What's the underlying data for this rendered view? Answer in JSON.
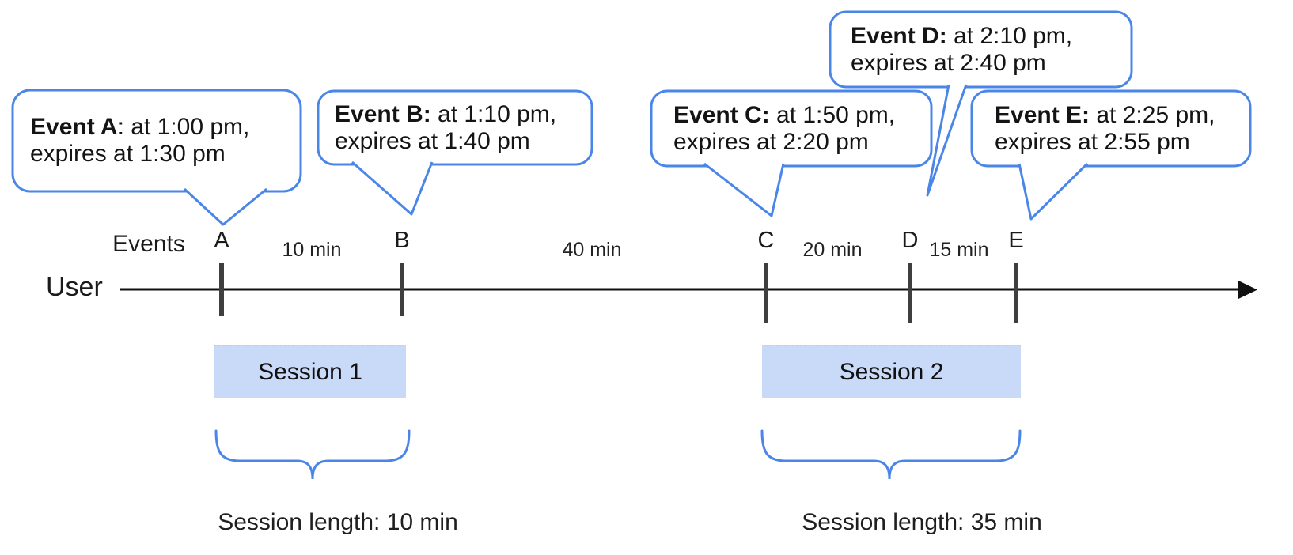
{
  "colors": {
    "accent_blue": "#4a86e8",
    "session_fill": "#c9daf8",
    "tick_gray": "#3f3f3f",
    "timeline_black": "#111111"
  },
  "timeline": {
    "user_label": "User",
    "events_label": "Events"
  },
  "events": [
    {
      "label": "A",
      "bold": "Event A",
      "rest": ": at 1:00 pm,",
      "line2": "expires at 1:30 pm"
    },
    {
      "label": "B",
      "bold": "Event B:",
      "rest": " at 1:10 pm,",
      "line2": "expires at 1:40 pm"
    },
    {
      "label": "C",
      "bold": "Event C:",
      "rest": " at 1:50 pm,",
      "line2": "expires at 2:20 pm"
    },
    {
      "label": "D",
      "bold": "Event D:",
      "rest": " at 2:10 pm,",
      "line2": "expires at 2:40 pm"
    },
    {
      "label": "E",
      "bold": "Event E:",
      "rest": " at 2:25 pm,",
      "line2": "expires at 2:55 pm"
    }
  ],
  "intervals": [
    {
      "label": "10 min"
    },
    {
      "label": "40 min"
    },
    {
      "label": "20 min"
    },
    {
      "label": "15 min"
    }
  ],
  "sessions": [
    {
      "label": "Session 1",
      "length_label": "Session length: 10 min"
    },
    {
      "label": "Session 2",
      "length_label": "Session length: 35 min"
    }
  ]
}
